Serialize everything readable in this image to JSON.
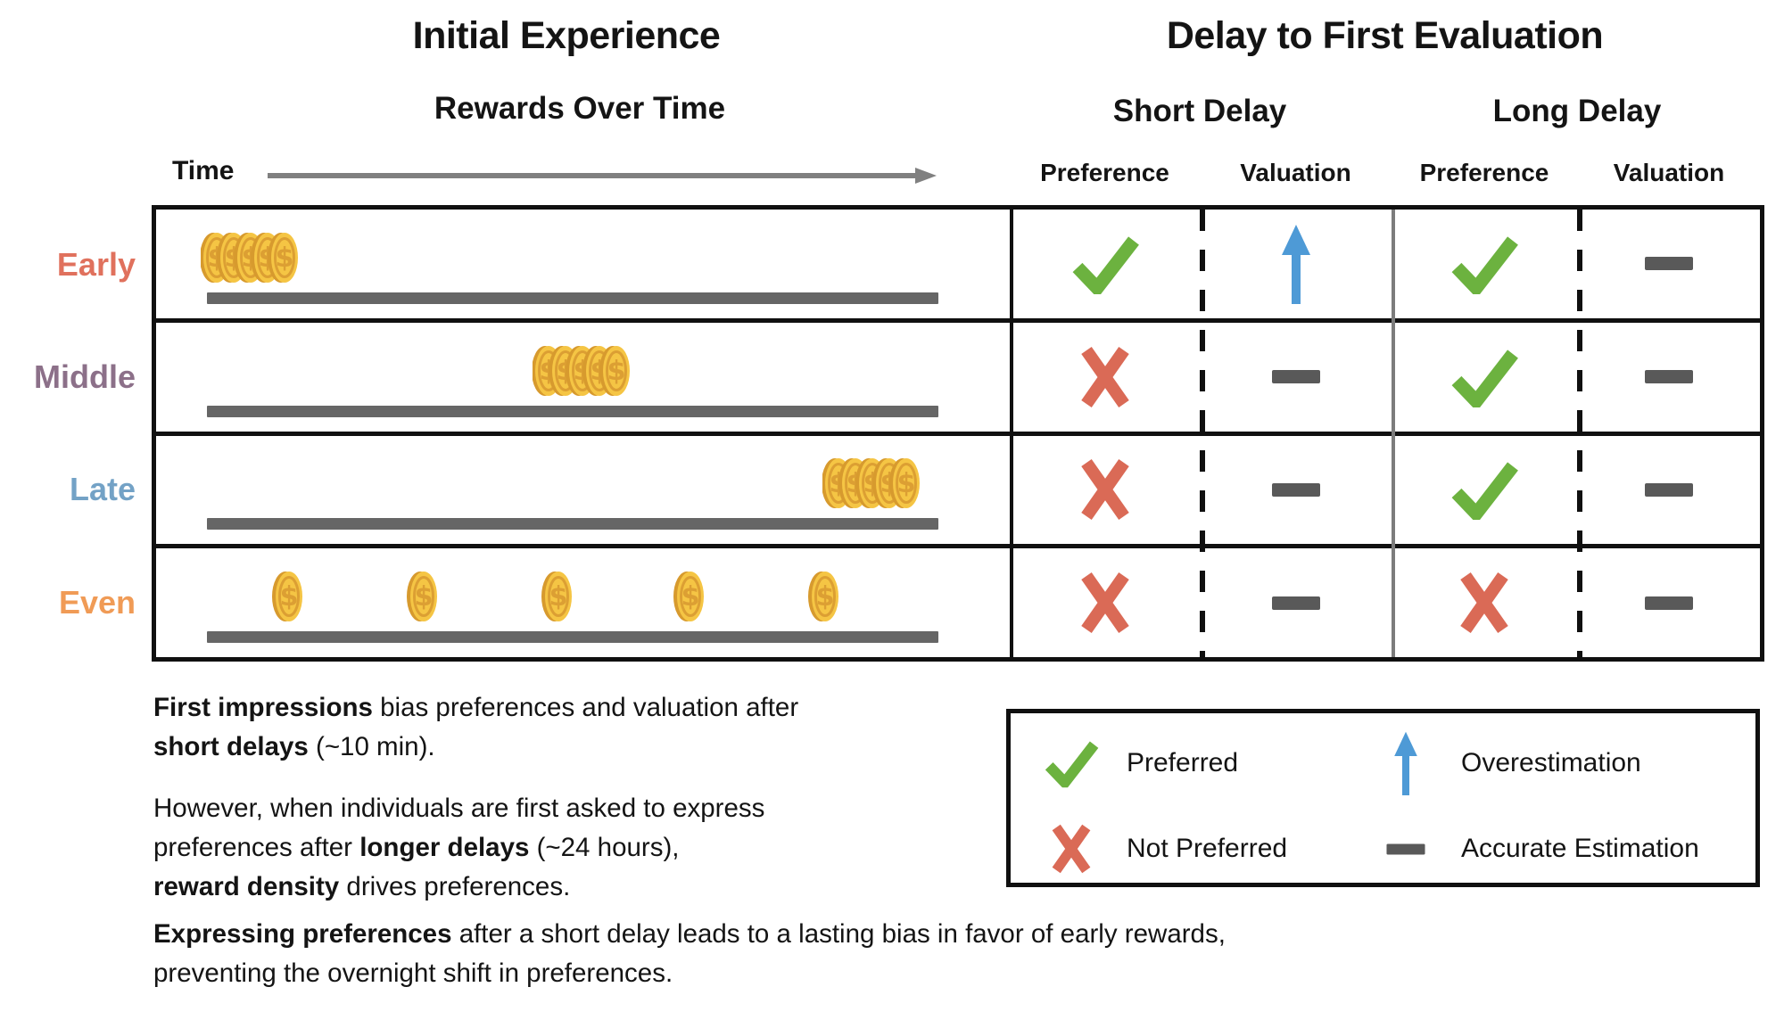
{
  "header": {
    "left_title": "Initial Experience",
    "left_subtitle": "Rewards Over Time",
    "right_title": "Delay to First Evaluation",
    "group_labels": [
      "Short Delay",
      "Long Delay"
    ],
    "column_labels": [
      "Preference",
      "Valuation",
      "Preference",
      "Valuation"
    ],
    "time_label": "Time",
    "time_arrow_icon": "time-arrow"
  },
  "table": {
    "rows": [
      {
        "label": "Early",
        "label_color": "#E0715D",
        "reward_timing": "early",
        "coins": "cluster-of-5",
        "cells": [
          "check",
          "arrow-up",
          "check",
          "dash"
        ]
      },
      {
        "label": "Middle",
        "label_color": "#8C7089",
        "reward_timing": "middle",
        "coins": "cluster-of-5",
        "cells": [
          "cross",
          "dash",
          "check",
          "dash"
        ]
      },
      {
        "label": "Late",
        "label_color": "#73A2C6",
        "reward_timing": "late",
        "coins": "cluster-of-5",
        "cells": [
          "cross",
          "dash",
          "check",
          "dash"
        ]
      },
      {
        "label": "Even",
        "label_color": "#F09B56",
        "reward_timing": "even",
        "coins": "spread-of-5",
        "cells": [
          "cross",
          "dash",
          "cross",
          "dash"
        ]
      }
    ]
  },
  "legend": {
    "items": [
      {
        "icon": "check",
        "label": "Preferred"
      },
      {
        "icon": "arrow-up",
        "label": "Overestimation"
      },
      {
        "icon": "cross",
        "label": "Not Preferred"
      },
      {
        "icon": "dash",
        "label": "Accurate Estimation"
      }
    ]
  },
  "notes": {
    "p1": [
      {
        "t": "First impressions",
        "b": true
      },
      {
        "t": " bias preferences and valuation after"
      },
      {
        "br": true
      },
      {
        "t": "short delays",
        "b": true
      },
      {
        "t": " (~10 min)."
      }
    ],
    "p2": [
      {
        "t": "However, when individuals are first asked to express"
      },
      {
        "br": true
      },
      {
        "t": "preferences after "
      },
      {
        "t": "longer delays",
        "b": true
      },
      {
        "t": " (~24 hours),"
      },
      {
        "br": true
      },
      {
        "t": "reward density",
        "b": true
      },
      {
        "t": " drives preferences."
      }
    ],
    "p3": [
      {
        "t": "Expressing preferences",
        "b": true
      },
      {
        "t": " after a short delay leads to a lasting bias in favor of early rewards,"
      },
      {
        "br": true
      },
      {
        "t": "preventing the overnight shift in preferences."
      }
    ]
  },
  "colors": {
    "check_green": "#6CB23F",
    "cross_red": "#DA6A56",
    "arrow_blue": "#4E9AD6",
    "dash_gray": "#595959",
    "timeline_gray": "#666666",
    "time_arrow_gray": "#808080",
    "coin_face": "#F5C544",
    "coin_edge": "#D79A2E",
    "coin_detail": "#DC9F33",
    "grid_black": "#101010",
    "group_divider_gray": "#7C7C7C"
  }
}
